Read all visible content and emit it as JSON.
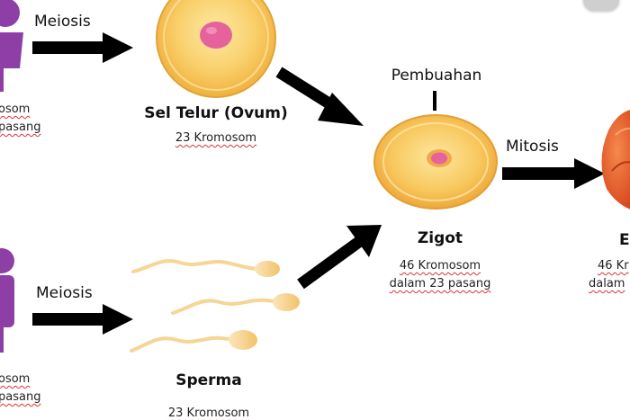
{
  "top": {
    "meiosis": "Meiosis",
    "left_line1": "osom",
    "left_line2": "pasang",
    "ovum_title": "Sel Telur (Ovum)",
    "ovum_sub": "23 Kromosom"
  },
  "bottom": {
    "meiosis": "Meiosis",
    "left_line1": "osom",
    "left_line2": "pasang",
    "sperma_title": "Sperma",
    "sperma_sub": "23 Kromosom"
  },
  "center": {
    "pembuahan": "Pembuahan",
    "zigot_title": "Zigot",
    "zigot_line1": "46 Kromosom",
    "zigot_line2": "dalam 23 pasang"
  },
  "right": {
    "mitosis": "Mitosis",
    "embryo_title": "E",
    "embryo_line1": "46 Kr",
    "embryo_line2": "dalam"
  },
  "colors": {
    "female_figure": "#8e3fa6",
    "male_figure": "#8e3fa6",
    "ovum_fill": "#f8c75a",
    "nucleus": "#e6629a",
    "embryo": "#e8572a",
    "sperm": "#f7d79a",
    "arrow": "#000000"
  }
}
